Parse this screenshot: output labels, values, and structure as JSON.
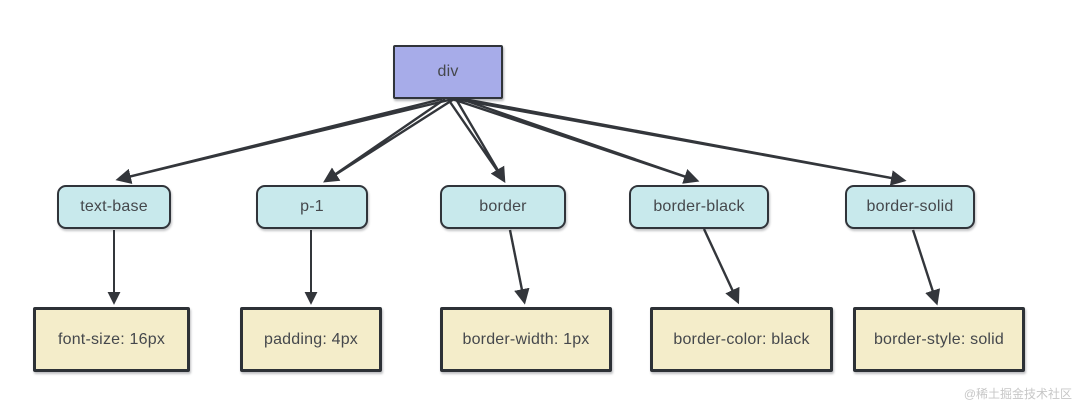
{
  "diagram": {
    "root": {
      "label": "div"
    },
    "nodes": [
      {
        "class": "text-base",
        "style": "font-size: 16px"
      },
      {
        "class": "p-1",
        "style": "padding: 4px"
      },
      {
        "class": "border",
        "style": "border-width: 1px"
      },
      {
        "class": "border-black",
        "style": "border-color: black"
      },
      {
        "class": "border-solid",
        "style": "border-style: solid"
      }
    ]
  },
  "watermark": "@稀土掘金技术社区",
  "colors": {
    "root_fill": "#a7ace9",
    "class_fill": "#c8e9ec",
    "style_fill": "#f4edca",
    "node_stroke": "#30343a",
    "arrow": "#33363b",
    "text": "#45484c",
    "watermark": "#c7c7c7"
  }
}
